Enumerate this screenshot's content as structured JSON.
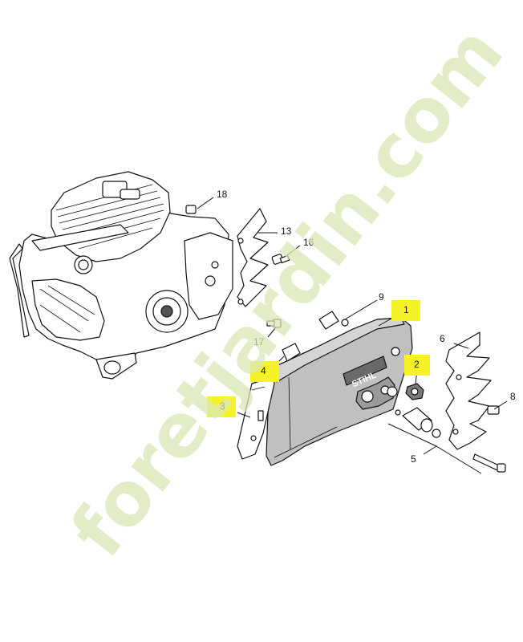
{
  "diagram": {
    "brand_text": "STIHL",
    "highlighted_callouts": [
      "1",
      "2",
      "3",
      "4"
    ],
    "callouts": [
      {
        "id": "c1",
        "label": "1"
      },
      {
        "id": "c2",
        "label": "2"
      },
      {
        "id": "c3",
        "label": "3"
      },
      {
        "id": "c4",
        "label": "4"
      },
      {
        "id": "c5",
        "label": "5"
      },
      {
        "id": "c6",
        "label": "6"
      },
      {
        "id": "c8",
        "label": "8"
      },
      {
        "id": "c9",
        "label": "9"
      },
      {
        "id": "c13",
        "label": "13"
      },
      {
        "id": "c16",
        "label": "16"
      },
      {
        "id": "c17",
        "label": "17"
      },
      {
        "id": "c18",
        "label": "18"
      }
    ]
  },
  "watermark": {
    "text": "foretjardin.com",
    "colors": {
      "green": "#d9e8b6",
      "brown": "#c9c0a8"
    }
  },
  "colors": {
    "highlight": "#f5f227",
    "ink": "#111111",
    "cover": "#bdbdbd"
  }
}
